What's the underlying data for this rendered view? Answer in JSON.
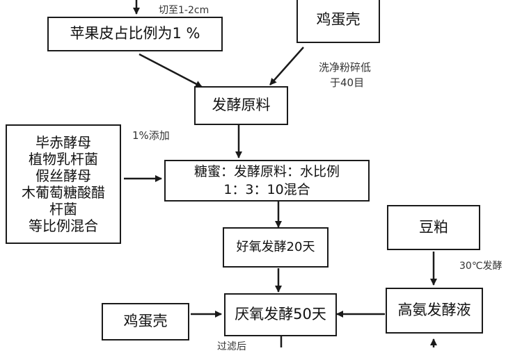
{
  "nodes": {
    "top_label": "切至1-2cm",
    "apple_peel": "苹果皮占比例为1 %",
    "egg_shell_top": "鸡蛋壳",
    "wash_note_line1": "洗净粉碎低",
    "wash_note_line2": "于40目",
    "fermentation_material": "发酵原料",
    "strains": [
      "毕赤酵母",
      "植物乳杆菌",
      "假丝酵母",
      "木葡萄糖酸醋",
      "杆菌",
      "等比例混合"
    ],
    "add_note": "1%添加",
    "mix_line1": "糖蜜：发酵原料：水比例",
    "mix_line2": "1：3：10混合",
    "aerobic": "好氧发酵20天",
    "anaerobic": "厌氧发酵50天",
    "egg_shell_bottom": "鸡蛋壳",
    "soybean_meal": "豆粕",
    "temp_note": "30℃发酵",
    "high_n_liquid": "高氨发酵液",
    "filter_note": "过滤后"
  }
}
